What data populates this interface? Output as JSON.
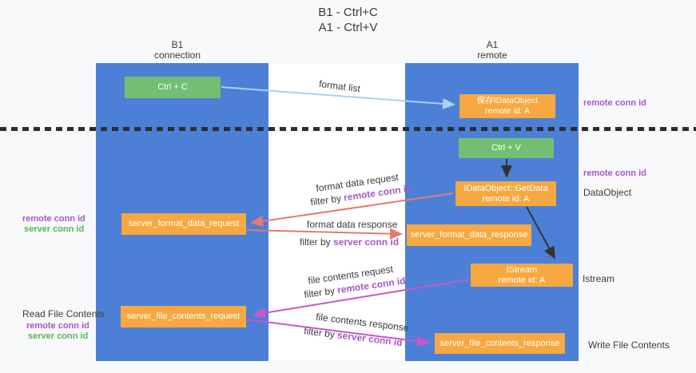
{
  "title": {
    "line1": "B1 - Ctrl+C",
    "line2": "A1 - Ctrl+V"
  },
  "actors": {
    "left_name": "B1",
    "left_role": "connection",
    "right_name": "A1",
    "right_role": "remote"
  },
  "boxes": {
    "ctrl_c": "Ctrl + C",
    "ctrl_v": "Ctrl + V",
    "save_dataobject_line1": "保存IDataObject",
    "save_dataobject_line2": "remote id: A",
    "getdata_line1": "IDataObject::GetData",
    "getdata_line2": "remote id: A",
    "istream_line1": "IStream",
    "istream_line2": "remote id: A",
    "server_format_data_request": "server_format_data_request",
    "server_format_data_response": "server_format_data_response",
    "server_file_contents_request": "server_file_contents_request",
    "server_file_contents_response": "server_file_contents_response"
  },
  "messages": {
    "format_list": "format list",
    "format_data_request": "format data request",
    "format_data_response": "format data response",
    "file_contents_request": "file contents request",
    "file_contents_response": "file contents response",
    "filter_by": "filter by ",
    "remote_conn_id": "remote conn id",
    "server_conn_id": "server conn id"
  },
  "side_labels": {
    "right_remote_conn_top": "remote conn id",
    "right_remote_conn_mid": "remote conn id",
    "dataobject": "DataObject",
    "istream": "Istream",
    "write_file_contents": "Write File Contents",
    "left_remote_conn_top": "remote conn id",
    "left_server_conn_top": "server conn id",
    "read_file_contents": "Read File Contents",
    "left_remote_conn_bottom": "remote conn id",
    "left_server_conn_bottom": "server conn id"
  },
  "colors": {
    "lifeline_blue": "#4c80d6",
    "box_orange": "#f7a840",
    "box_green": "#72bf74",
    "label_purple": "#a855cc",
    "label_green": "#55b559",
    "arrow_red": "#e87870",
    "arrow_magenta": "#c957c9",
    "arrow_light_blue": "#a8d2f0",
    "arrow_black": "#333333",
    "boundary_dash": "#2d2d2d"
  }
}
